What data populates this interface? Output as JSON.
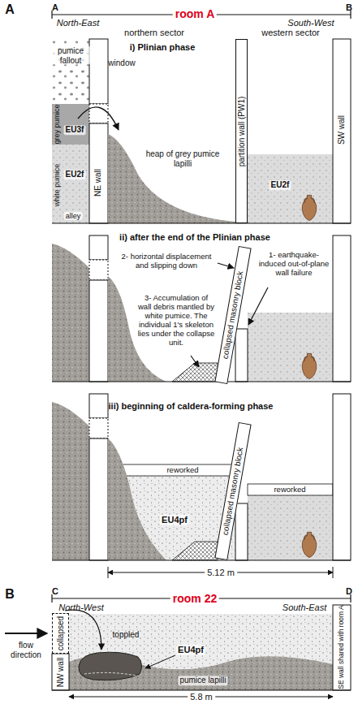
{
  "diagram": {
    "nodes": [
      {
        "text": [
          "partition wall (PW1)"
        ]
      },
      {
        "text": [
          "collapsed masonry block"
        ]
      },
      {
        "text": [
          "collapsed masonry block"
        ]
      },
      {
        "text": [
          "collapsed"
        ]
      }
    ],
    "labels": [
      "A",
      "A",
      "North-East",
      "room A",
      "B",
      "South-West",
      "pumice fallout",
      "i) Plinian phase",
      "northern sector",
      "western sector",
      "grey pumice",
      "EU3f",
      "window",
      "white pumice",
      "EU2f",
      "alley",
      "NE wall",
      "heap of grey pumice lapilli",
      "SW wall",
      "EU2f",
      "ii) after the end of the Plinian phase",
      "2- horizontal displacement and slipping down",
      "1- earthquake-induced out-of-plane wall failure",
      "3- Accumulation of wall debris mantled by white pumice. The individual 1's skeleton lies under the collapse unit.",
      "iii) beginning of caldera-forming phase",
      "reworked",
      "EU4pf",
      "reworked",
      "5.12 m",
      "B",
      "C",
      "North-West",
      "room 22",
      "D",
      "South-East",
      "flow direction",
      "toppled",
      "EU4pf",
      "NW wall",
      "pumice lapilli",
      "SE wall shared with room A",
      "5.8 m"
    ]
  }
}
